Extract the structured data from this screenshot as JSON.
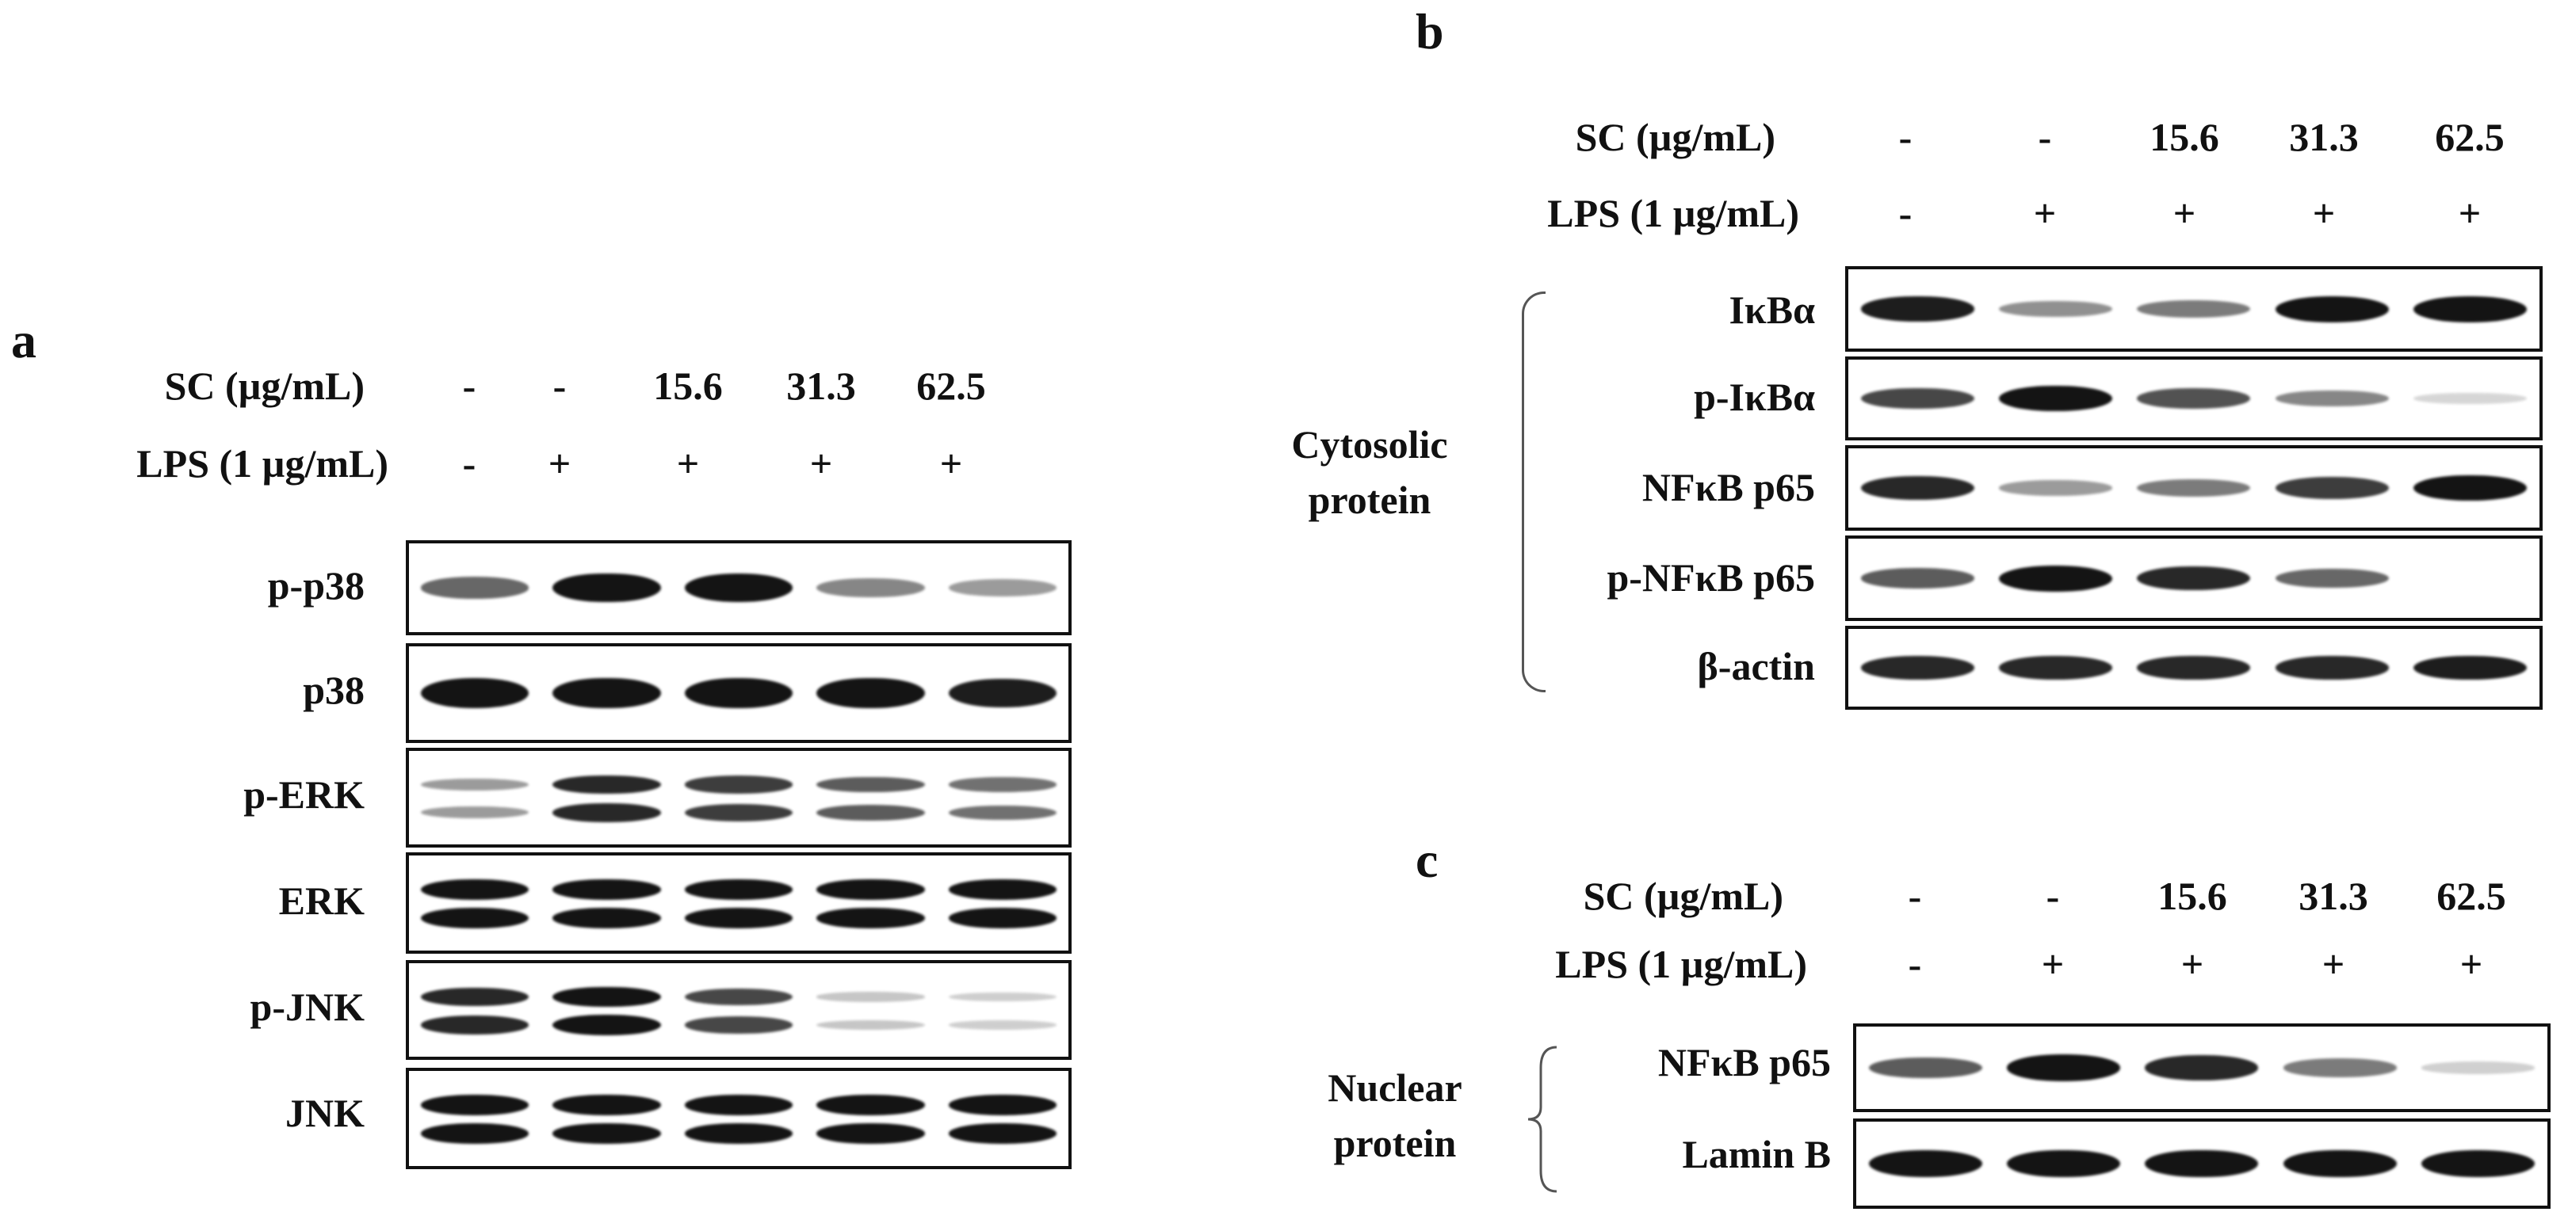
{
  "panels": [
    {
      "letter": "a",
      "sc_label": "SC (µg/mL)",
      "lps_label": "LPS (1 µg/mL)",
      "sc_values": [
        "-",
        "-",
        "15.6",
        "31.3",
        "62.5"
      ],
      "lps_values": [
        "-",
        "+",
        "+",
        "+",
        "+"
      ],
      "blots": [
        {
          "label": "p-p38",
          "intensity": [
            0.55,
            1.0,
            0.95,
            0.4,
            0.3
          ],
          "bands": 1
        },
        {
          "label": "p38",
          "intensity": [
            0.95,
            1.0,
            1.0,
            1.0,
            0.9
          ],
          "bands": 1
        },
        {
          "label": "p-ERK",
          "intensity": [
            0.3,
            0.85,
            0.75,
            0.6,
            0.5
          ],
          "bands": 2
        },
        {
          "label": "ERK",
          "intensity": [
            1.0,
            0.95,
            0.95,
            0.95,
            0.95
          ],
          "bands": 2
        },
        {
          "label": "p-JNK",
          "intensity": [
            0.85,
            1.0,
            0.7,
            0.1,
            0.06
          ],
          "bands": 2
        },
        {
          "label": "JNK",
          "intensity": [
            0.95,
            0.95,
            0.95,
            0.95,
            0.95
          ],
          "bands": 2
        }
      ]
    },
    {
      "letter": "b",
      "sc_label": "SC (µg/mL)",
      "lps_label": "LPS (1 µg/mL)",
      "sc_values": [
        "-",
        "-",
        "15.6",
        "31.3",
        "62.5"
      ],
      "lps_values": [
        "-",
        "+",
        "+",
        "+",
        "+"
      ],
      "group_label": [
        "Cytosolic",
        "protein"
      ],
      "blots": [
        {
          "label": "IκBα",
          "intensity": [
            0.9,
            0.35,
            0.45,
            1.0,
            1.0
          ],
          "bands": 1
        },
        {
          "label": "p-IκBα",
          "intensity": [
            0.7,
            1.0,
            0.65,
            0.4,
            0.02
          ],
          "bands": 1
        },
        {
          "label": "NFκB p65",
          "intensity": [
            0.85,
            0.3,
            0.45,
            0.75,
            0.95
          ],
          "bands": 1
        },
        {
          "label": "p-NFκB p65",
          "intensity": [
            0.6,
            1.0,
            0.85,
            0.55,
            0.0
          ],
          "bands": 1
        },
        {
          "label": "β-actin",
          "intensity": [
            0.85,
            0.85,
            0.85,
            0.85,
            0.9
          ],
          "bands": 1
        }
      ]
    },
    {
      "letter": "c",
      "sc_label": "SC (µg/mL)",
      "lps_label": "LPS (1 µg/mL)",
      "sc_values": [
        "-",
        "-",
        "15.6",
        "31.3",
        "62.5"
      ],
      "lps_values": [
        "-",
        "+",
        "+",
        "+",
        "+"
      ],
      "group_label": [
        "Nuclear",
        "protein"
      ],
      "blots": [
        {
          "label": "NFκB p65",
          "intensity": [
            0.6,
            0.95,
            0.85,
            0.45,
            0.05
          ],
          "bands": 1
        },
        {
          "label": "Lamin B",
          "intensity": [
            0.95,
            1.0,
            1.0,
            1.0,
            0.95
          ],
          "bands": 1
        }
      ]
    }
  ],
  "colors": {
    "band": "#141414",
    "frame": "#111111",
    "bracket": "#555555"
  }
}
